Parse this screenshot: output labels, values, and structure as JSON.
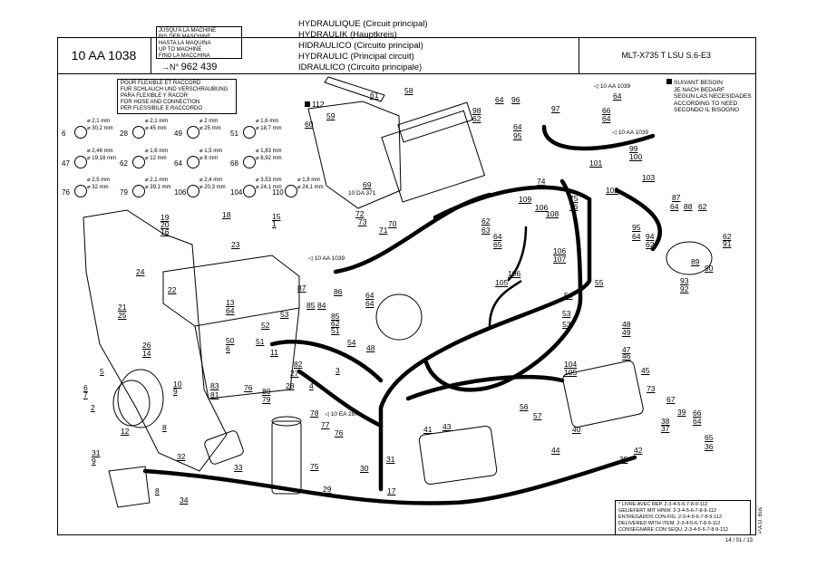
{
  "header": {
    "ref_number": "10 AA 1038",
    "until_machine": [
      "JUSQU'A LA MACHINE",
      "BIS DER MASCHINE",
      "HASTA LA MAQUINA",
      "UP TO MACHINE",
      "FINO LA MACCHINA"
    ],
    "serial": "962 439",
    "serial_prefix": "N°",
    "titles": [
      "HYDRAULIQUE (Circuit principal)",
      "HYDRAULIK (Hauptkreis)",
      "HIDRAULICO (Circuito principal)",
      "HYDRAULIC (Principal circuit)",
      "IDRAULICO (Circuito principale)"
    ],
    "model": "MLT-X735 T LSU S.6-E3"
  },
  "hose_note": [
    "POUR FLEXIBLE ET RACCORD",
    "FUR SCHLAUCH UND VERSCHRAUBUNG",
    "PARA FLEXIBLE Y RACOR",
    "FOR HOSE AND CONNECTION",
    "PER FLESSIBILE E RACCORDO"
  ],
  "optional_note": [
    "SUIVANT BESOIN",
    "JE NACH BEDARF",
    "SEGUN LAS NECESIDADES",
    "ACCORDING TO NEED",
    "SECONDO IL BISOGNO"
  ],
  "delivered_note": [
    "LIVRE AVEC REP. 2-3-4-5-6-7-8-9-112",
    "GELIEFERT MIT HINW. 2-3-4-5-6-7-8-9-112",
    "ENTREGADOS CON FIG. 2-3-4-5-6-7-8-9-112",
    "DELIVERED WITH ITEM. 2-3-4-5-6-7-8-9-112",
    "CONSEGNARE CON SEQU. 2-3-4-5-6-7-8-9-112"
  ],
  "date": "14 / 01 / 13",
  "side_code": "P.A.O. Bus",
  "fittings": [
    {
      "num": "6",
      "a": "⌀ 2,1 mm",
      "b": "⌀ 30,2 mm"
    },
    {
      "num": "28",
      "a": "⌀ 2,1 mm",
      "b": "⌀ 45 mm"
    },
    {
      "num": "49",
      "a": "⌀ 2 mm",
      "b": "⌀ 25 mm"
    },
    {
      "num": "51",
      "a": "⌀ 1,6 mm",
      "b": "⌀ 18,7 mm"
    },
    {
      "num": "47",
      "a": "⌀ 2,46 mm",
      "b": "⌀ 19,18 mm"
    },
    {
      "num": "62",
      "a": "⌀ 1,6 mm",
      "b": "⌀ 12 mm"
    },
    {
      "num": "64",
      "a": "⌀ 1,5 mm",
      "b": "⌀ 8 mm"
    },
    {
      "num": "68",
      "a": "⌀ 1,83 mm",
      "b": "⌀ 8,92 mm"
    },
    {
      "num": "76",
      "a": "⌀ 2,5 mm",
      "b": "⌀ 32 mm"
    },
    {
      "num": "79",
      "a": "⌀ 2,1 mm",
      "b": "⌀ 39,1 mm"
    },
    {
      "num": "106",
      "a": "⌀ 2,4 mm",
      "b": "⌀ 20,3 mm"
    },
    {
      "num": "104",
      "a": "⌀ 3,53 mm",
      "b": "⌀ 24,1 mm"
    },
    {
      "num": "110",
      "a": "⌀ 1,8 mm",
      "b": "⌀ 24,1 mm"
    }
  ],
  "refs": {
    "aa1039_a": "10 AA 1039",
    "aa1039_b": "10 AA 1039",
    "aa1039_c": "10 AA 1039",
    "da371": "10 DA 371",
    "ea287": "10 EA 287",
    "label_112": "112"
  },
  "callouts": [
    {
      "t": "58"
    },
    {
      "t": "61"
    },
    {
      "t": "59"
    },
    {
      "t": "60"
    },
    {
      "t": "69"
    },
    {
      "t": "72"
    },
    {
      "t": "73"
    },
    {
      "t": "71"
    },
    {
      "t": "70"
    },
    {
      "t": "64"
    },
    {
      "t": "96"
    },
    {
      "t": "98"
    },
    {
      "t": "62"
    },
    {
      "t": "97"
    },
    {
      "t": "64"
    },
    {
      "t": "95"
    },
    {
      "t": "64"
    },
    {
      "t": "66"
    },
    {
      "t": "64"
    },
    {
      "t": "99"
    },
    {
      "t": "100"
    },
    {
      "t": "101"
    },
    {
      "t": "103"
    },
    {
      "t": "102"
    },
    {
      "t": "74"
    },
    {
      "t": "75"
    },
    {
      "t": "76"
    },
    {
      "t": "109"
    },
    {
      "t": "106"
    },
    {
      "t": "108"
    },
    {
      "t": "62"
    },
    {
      "t": "63"
    },
    {
      "t": "64"
    },
    {
      "t": "65"
    },
    {
      "t": "87"
    },
    {
      "t": "64"
    },
    {
      "t": "88"
    },
    {
      "t": "62"
    },
    {
      "t": "95"
    },
    {
      "t": "94"
    },
    {
      "t": "64"
    },
    {
      "t": "62"
    },
    {
      "t": "62"
    },
    {
      "t": "91"
    },
    {
      "t": "89"
    },
    {
      "t": "90"
    },
    {
      "t": "93"
    },
    {
      "t": "92"
    },
    {
      "t": "106"
    },
    {
      "t": "107"
    },
    {
      "t": "105"
    },
    {
      "t": "106"
    },
    {
      "t": "54"
    },
    {
      "t": "55"
    },
    {
      "t": "53"
    },
    {
      "t": "48"
    },
    {
      "t": "49"
    },
    {
      "t": "53"
    },
    {
      "t": "47"
    },
    {
      "t": "46"
    },
    {
      "t": "104"
    },
    {
      "t": "105"
    },
    {
      "t": "45"
    },
    {
      "t": "73"
    },
    {
      "t": "67"
    },
    {
      "t": "56"
    },
    {
      "t": "57"
    },
    {
      "t": "39"
    },
    {
      "t": "38"
    },
    {
      "t": "37"
    },
    {
      "t": "66"
    },
    {
      "t": "64"
    },
    {
      "t": "40"
    },
    {
      "t": "65"
    },
    {
      "t": "36"
    },
    {
      "t": "42"
    },
    {
      "t": "43"
    },
    {
      "t": "41"
    },
    {
      "t": "44"
    },
    {
      "t": "31"
    },
    {
      "t": "35"
    },
    {
      "t": "17"
    },
    {
      "t": "18"
    },
    {
      "t": "19"
    },
    {
      "t": "20"
    },
    {
      "t": "16"
    },
    {
      "t": "15"
    },
    {
      "t": "1"
    },
    {
      "t": "23"
    },
    {
      "t": "24"
    },
    {
      "t": "22"
    },
    {
      "t": "21"
    },
    {
      "t": "25"
    },
    {
      "t": "26"
    },
    {
      "t": "14"
    },
    {
      "t": "13"
    },
    {
      "t": "64"
    },
    {
      "t": "87"
    },
    {
      "t": "86"
    },
    {
      "t": "64"
    },
    {
      "t": "64"
    },
    {
      "t": "85"
    },
    {
      "t": "84"
    },
    {
      "t": "85"
    },
    {
      "t": "62"
    },
    {
      "t": "51"
    },
    {
      "t": "53"
    },
    {
      "t": "52"
    },
    {
      "t": "51"
    },
    {
      "t": "50"
    },
    {
      "t": "6"
    },
    {
      "t": "11"
    },
    {
      "t": "54"
    },
    {
      "t": "48"
    },
    {
      "t": "82"
    },
    {
      "t": "27"
    },
    {
      "t": "28"
    },
    {
      "t": "3"
    },
    {
      "t": "4"
    },
    {
      "t": "5"
    },
    {
      "t": "6"
    },
    {
      "t": "7"
    },
    {
      "t": "2"
    },
    {
      "t": "12"
    },
    {
      "t": "8"
    },
    {
      "t": "10"
    },
    {
      "t": "9"
    },
    {
      "t": "83"
    },
    {
      "t": "81"
    },
    {
      "t": "76"
    },
    {
      "t": "80"
    },
    {
      "t": "79"
    },
    {
      "t": "78"
    },
    {
      "t": "77"
    },
    {
      "t": "76"
    },
    {
      "t": "75"
    },
    {
      "t": "30"
    },
    {
      "t": "29"
    },
    {
      "t": "32"
    },
    {
      "t": "33"
    },
    {
      "t": "31"
    },
    {
      "t": "9"
    },
    {
      "t": "8"
    },
    {
      "t": "34"
    }
  ]
}
